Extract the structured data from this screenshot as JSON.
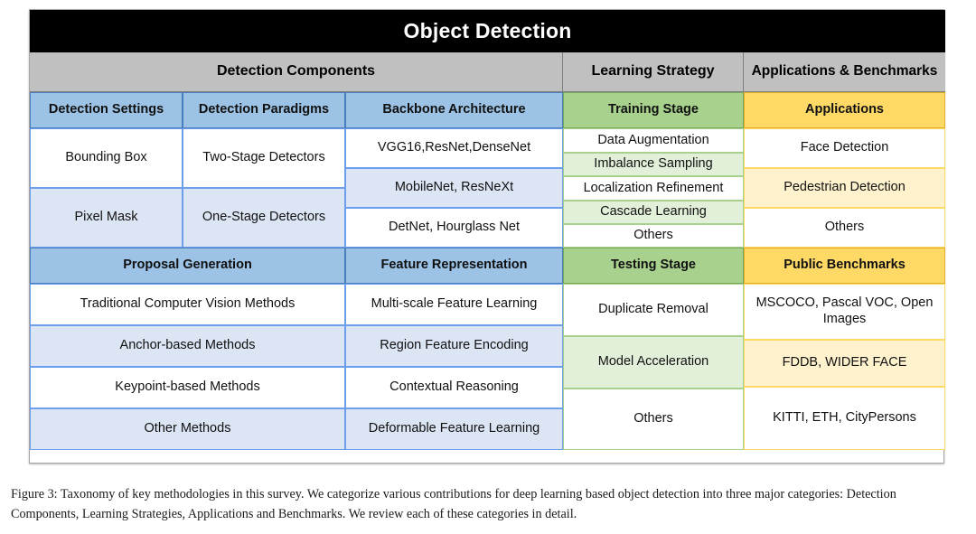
{
  "figure": {
    "title": "Object Detection",
    "caption": "Figure 3: Taxonomy of key methodologies in this survey. We categorize various contributions for deep learning based object detection into three major categories: Detection Components, Learning Strategies, Applications and Benchmarks. We review each of these categories in detail."
  },
  "colors": {
    "title_bg": "#000000",
    "title_fg": "#ffffff",
    "band_bg": "#c0c0c0",
    "blue_header": "#9cc3e5",
    "blue_alt": "#dbe5f4",
    "green_header": "#a9d18e",
    "green_alt": "#e2efd9",
    "amber_header": "#ffd966",
    "amber_alt": "#fff2cc"
  },
  "bands": {
    "detection_components": "Detection Components",
    "learning_strategy": "Learning Strategy",
    "applications_benchmarks": "Applications & Benchmarks"
  },
  "headers": {
    "detection_settings": "Detection Settings",
    "detection_paradigms": "Detection Paradigms",
    "backbone_architecture": "Backbone Architecture",
    "training_stage": "Training Stage",
    "applications": "Applications",
    "proposal_generation": "Proposal Generation",
    "feature_representation": "Feature Representation",
    "testing_stage": "Testing Stage",
    "public_benchmarks": "Public Benchmarks"
  },
  "detection_settings": {
    "items": [
      "Bounding Box",
      "Pixel Mask"
    ]
  },
  "detection_paradigms": {
    "items": [
      "Two-Stage Detectors",
      "One-Stage Detectors"
    ]
  },
  "backbone_architecture": {
    "items": [
      "VGG16,ResNet,DenseNet",
      "MobileNet, ResNeXt",
      "DetNet, Hourglass Net"
    ]
  },
  "training_stage": {
    "items": [
      "Data Augmentation",
      "Imbalance Sampling",
      "Localization Refinement",
      "Cascade Learning",
      "Others"
    ]
  },
  "applications": {
    "items": [
      "Face Detection",
      "Pedestrian Detection",
      "Others"
    ]
  },
  "proposal_generation": {
    "items": [
      "Traditional Computer Vision Methods",
      "Anchor-based Methods",
      "Keypoint-based Methods",
      "Other Methods"
    ]
  },
  "feature_representation": {
    "items": [
      "Multi-scale Feature Learning",
      "Region Feature Encoding",
      "Contextual Reasoning",
      "Deformable Feature Learning"
    ]
  },
  "testing_stage": {
    "items": [
      "Duplicate Removal",
      "Model Acceleration",
      "Others"
    ]
  },
  "public_benchmarks": {
    "items": [
      "MSCOCO, Pascal VOC, Open Images",
      "FDDB, WIDER FACE",
      "KITTI, ETH, CityPersons"
    ]
  }
}
